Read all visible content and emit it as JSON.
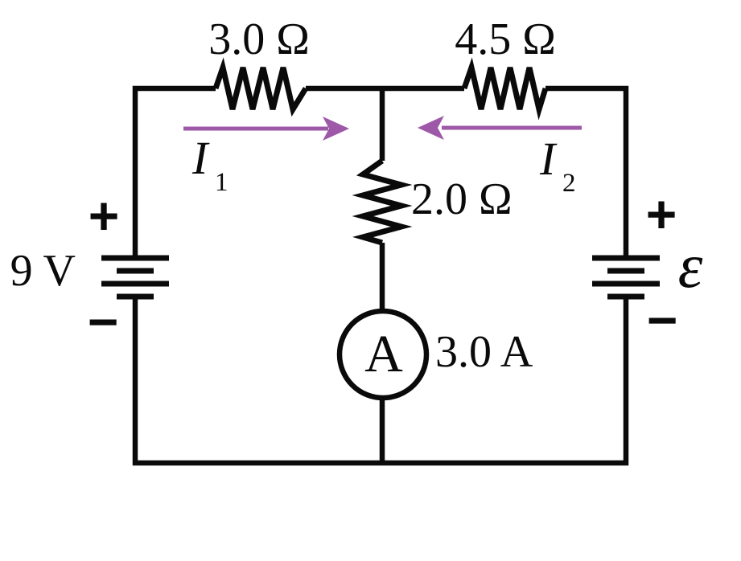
{
  "circuit": {
    "background_color": "#ffffff",
    "wire_color": "#0a0a0a",
    "arrow_color": "#9d58a8",
    "battery_left": {
      "voltage": "9 V",
      "plus": "+",
      "minus": "−"
    },
    "battery_right": {
      "emf": "ε",
      "plus": "+",
      "minus": "−"
    },
    "resistor_top_left": {
      "value": "3.0 Ω"
    },
    "resistor_top_right": {
      "value": "4.5 Ω"
    },
    "resistor_middle": {
      "value": "2.0 Ω"
    },
    "ammeter": {
      "symbol": "A",
      "reading": "3.0 A"
    },
    "current_left": {
      "symbol": "I",
      "subscript": "1"
    },
    "current_right": {
      "symbol": "I",
      "subscript": "2"
    }
  }
}
